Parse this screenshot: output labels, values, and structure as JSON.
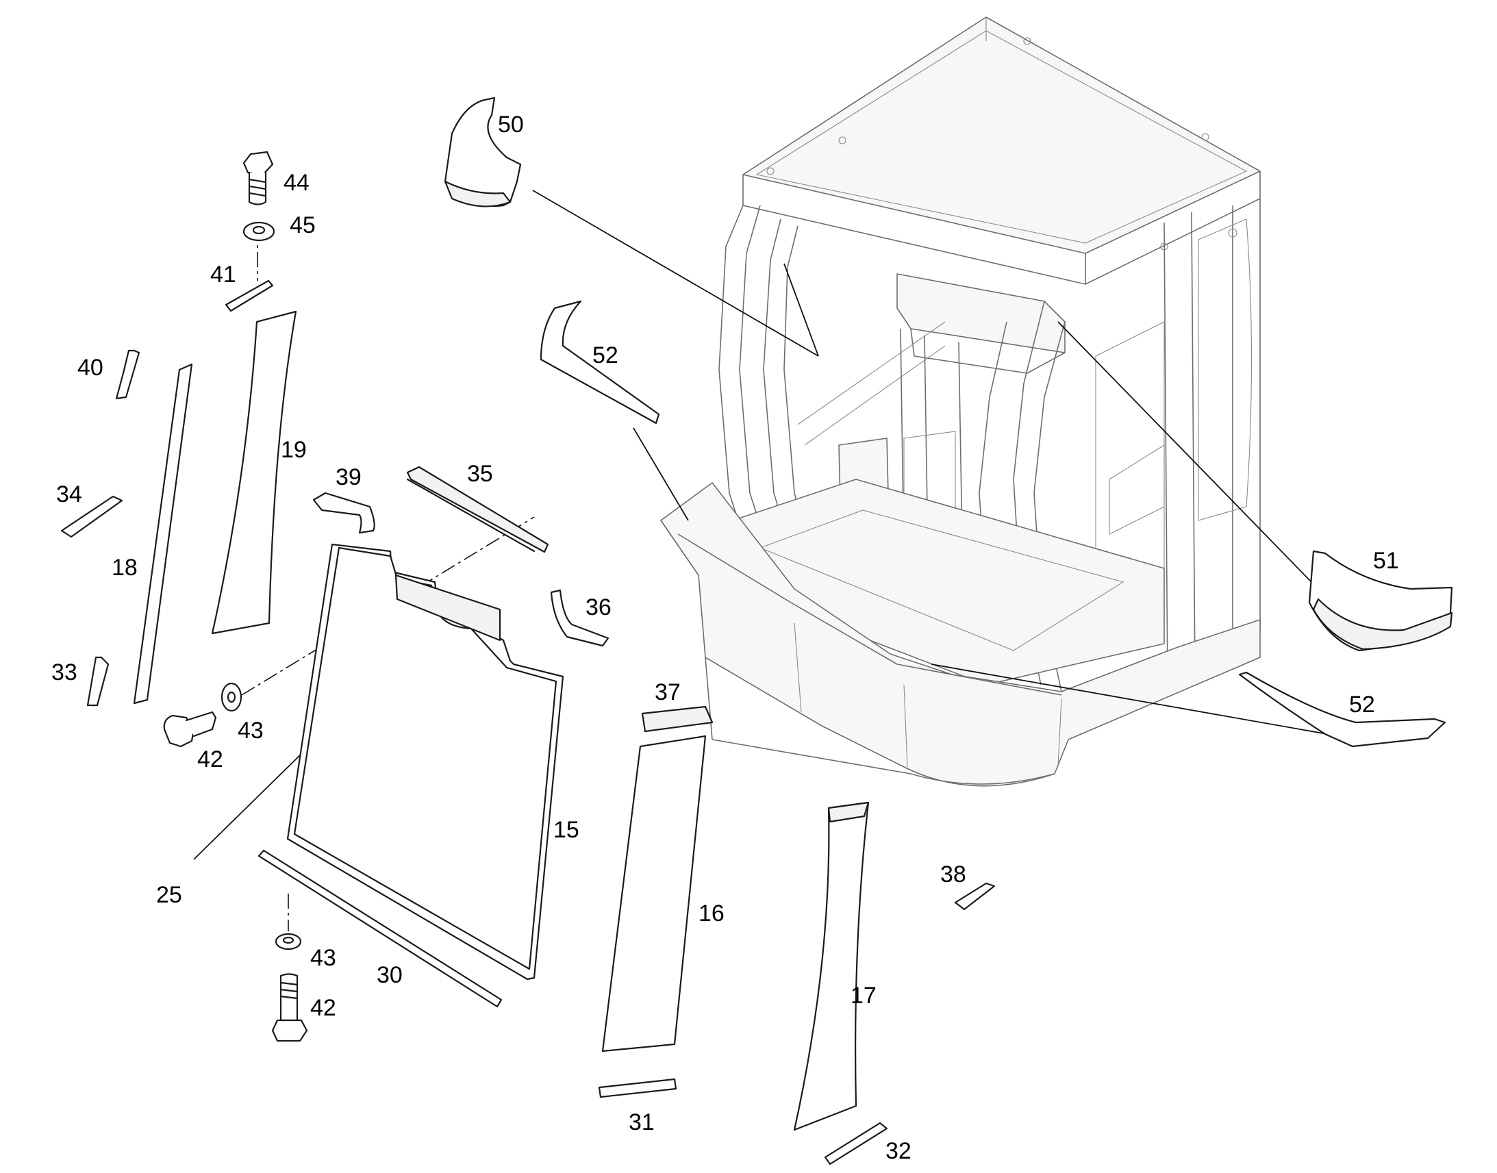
{
  "callouts": {
    "p15": "15",
    "p16": "16",
    "p17": "17",
    "p18": "18",
    "p19": "19",
    "p25": "25",
    "p30": "30",
    "p31": "31",
    "p32": "32",
    "p33": "33",
    "p34": "34",
    "p35": "35",
    "p36": "36",
    "p37": "37",
    "p38": "38",
    "p39": "39",
    "p40": "40",
    "p41": "41",
    "p42_upper": "42",
    "p42_lower": "42",
    "p43_upper": "43",
    "p43_lower": "43",
    "p44": "44",
    "p45": "45",
    "p50": "50",
    "p51": "51",
    "p52_upper": "52",
    "p52_lower": "52"
  },
  "colors": {
    "line": "#1a1a1a",
    "cab_line": "#6d6d6d",
    "background": "#ffffff"
  }
}
